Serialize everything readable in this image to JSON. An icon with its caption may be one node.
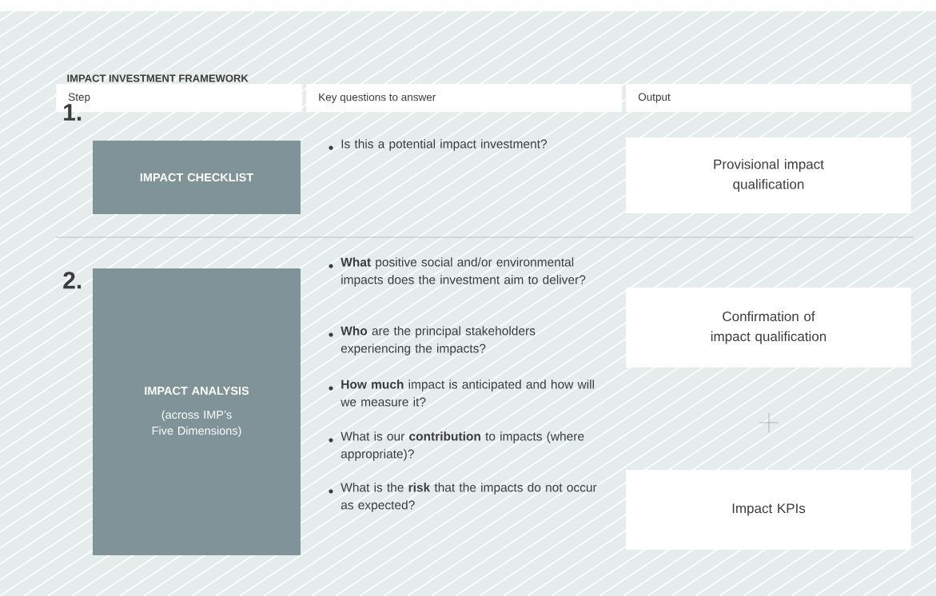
{
  "diagram": {
    "title": "IMPACT INVESTMENT FRAMEWORK",
    "nodes": [
      {
        "text": [
          "Step"
        ]
      },
      {
        "text": [
          "Key questions to answer"
        ]
      },
      {
        "text": [
          "Output"
        ]
      },
      {
        "text": [
          "IMPACT CHECKLIST"
        ]
      },
      {
        "text": [
          "Provisional impact qualification"
        ]
      },
      {
        "text": [
          "IMPACT ANALYSIS",
          "(across IMP’s Five Dimensions)"
        ]
      },
      {
        "text": [
          "Confirmation of impact qualification"
        ]
      },
      {
        "text": [
          "Impact KPIs"
        ]
      }
    ],
    "labels": [
      "1.",
      "Is this a potential impact investment?",
      "2.",
      "**What** positive social and/or environmental impacts does the investment aim to deliver?",
      "**Who** are the principal stakeholders experiencing the impacts?",
      "**How much** impact is anticipated and how will we measure it?",
      "What is our **contribution** to impacts (where appropriate)?",
      "What is the **risk** that the impacts do not occur as expected?"
    ]
  }
}
